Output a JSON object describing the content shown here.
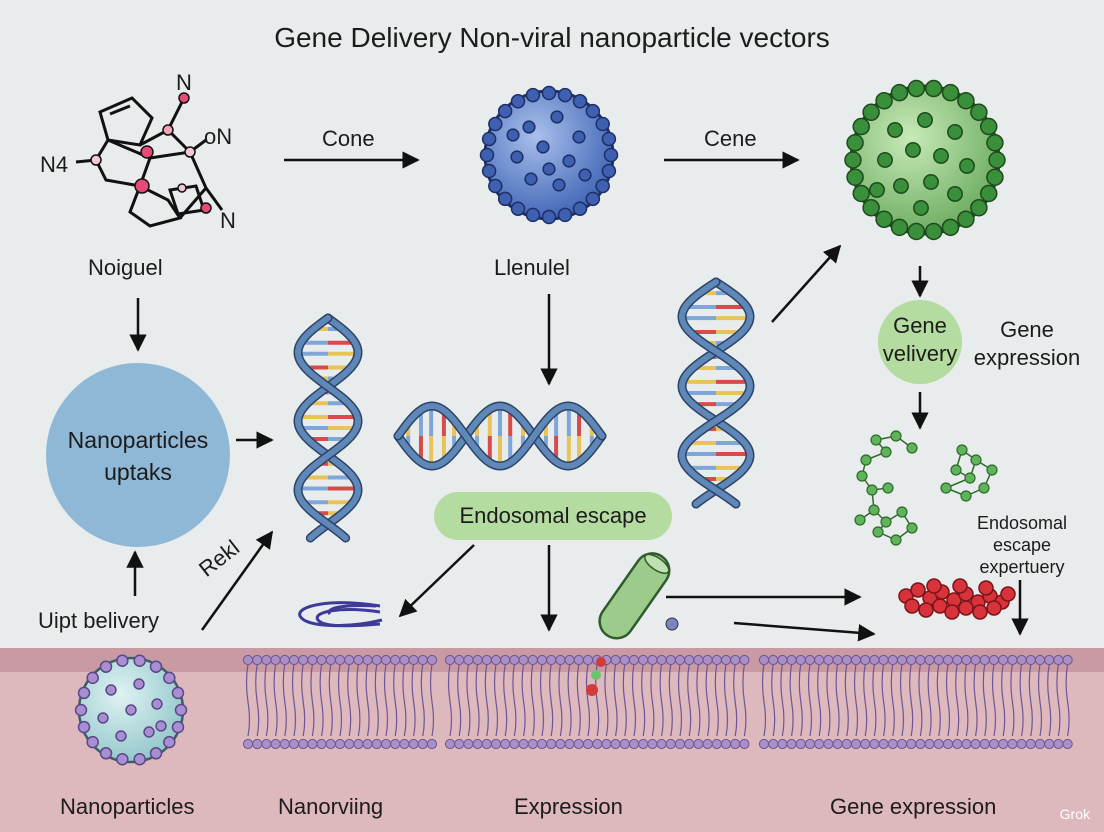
{
  "title": "Gene Delivery Non-viral nanoparticle vectors",
  "molecule": {
    "atom_labels": [
      "N",
      "oN",
      "N4",
      "N"
    ],
    "caption": "Noiguel"
  },
  "top_flow": {
    "arrow1_label": "Cone",
    "arrow2_label": "Cene",
    "center_caption": "Llenulel"
  },
  "uptake_circle": {
    "line1": "Nanoparticles",
    "line2": "uptaks"
  },
  "left_labels": {
    "rotated": "Rekl",
    "delivery": "Uipt belivery"
  },
  "endosomal_pill": "Endosomal escape",
  "gene_circle": {
    "line1": "Gene",
    "line2": "velivery"
  },
  "gene_expression_side": {
    "line1": "Gene",
    "line2": "expression"
  },
  "right_note": {
    "line1": "Endosomal",
    "line2": "escape",
    "line3": "expertuery"
  },
  "bottom_labels": [
    "Nanoparticles",
    "Nanorviing",
    "Expression",
    "Gene expression"
  ],
  "watermark": "Grok",
  "colors": {
    "background": "#e9ecec",
    "membrane": "#ddb8bd",
    "lipid": "#a98fc6",
    "blue_particle": "#5a7fc8",
    "green_particle": "#8cc57f",
    "uptake_circle": "#8fb8d6",
    "pill": "#b5dca0",
    "red_cluster": "#d8333a"
  }
}
